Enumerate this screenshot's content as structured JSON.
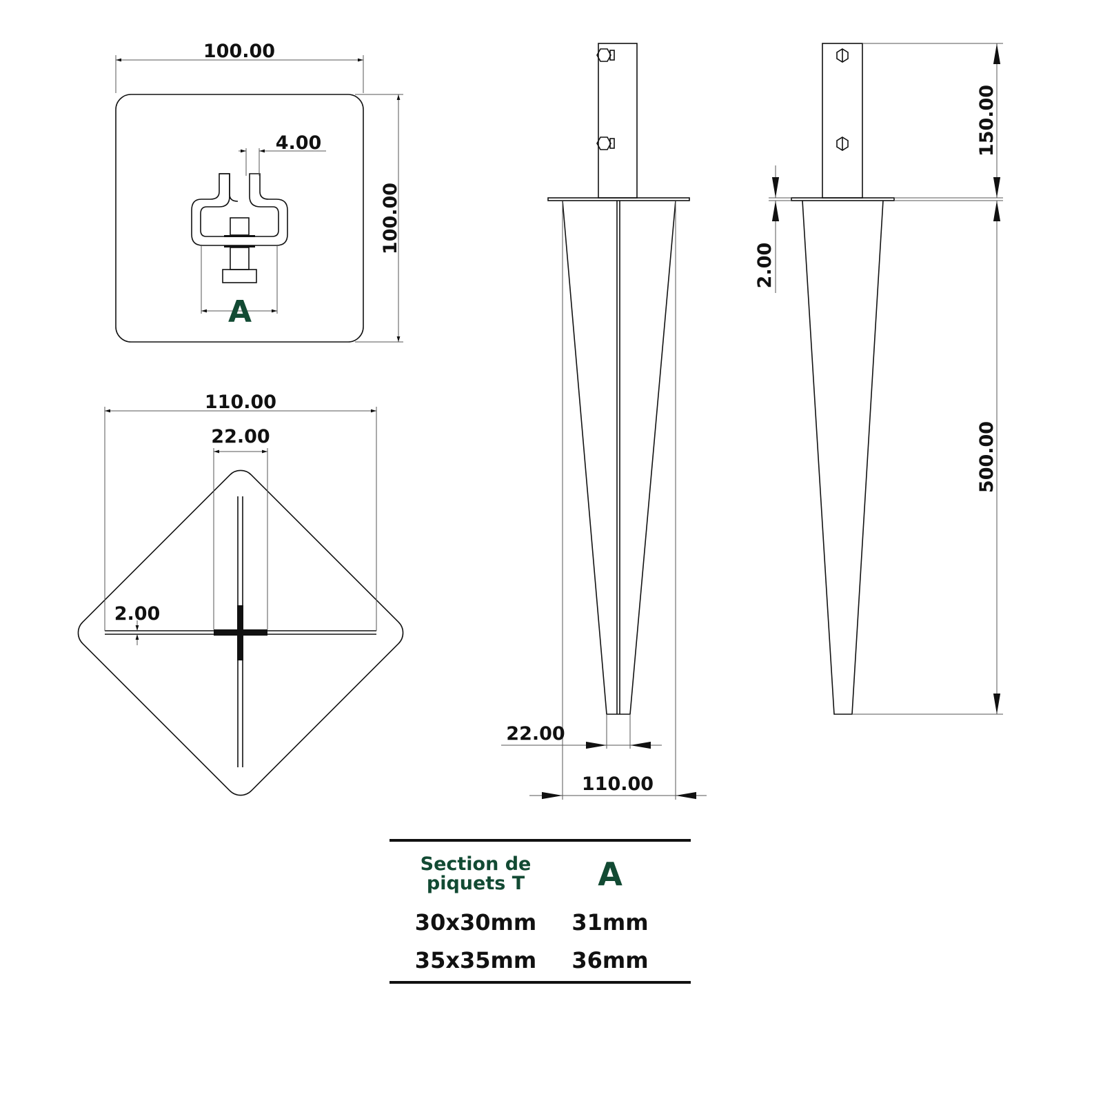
{
  "top_view": {
    "width_label": "100.00",
    "height_label": "100.00",
    "slot_label": "4.00",
    "clip_label": "A"
  },
  "bottom_view": {
    "width_label": "110.00",
    "cross_label": "22.00",
    "thickness_label": "2.00"
  },
  "front_elevation": {
    "tip_label": "22.00",
    "flange_width_label": "110.00"
  },
  "side_elevation": {
    "tube_height_label": "150.00",
    "spike_height_label": "500.00",
    "flange_thickness_label": "2.00"
  },
  "table": {
    "header_col1_line1": "Section de",
    "header_col1_line2": "piquets T",
    "header_col2": "A",
    "rows": [
      {
        "section": "30x30mm",
        "a": "31mm"
      },
      {
        "section": "35x35mm",
        "a": "36mm"
      }
    ]
  },
  "colors": {
    "accent": "#124a33"
  }
}
